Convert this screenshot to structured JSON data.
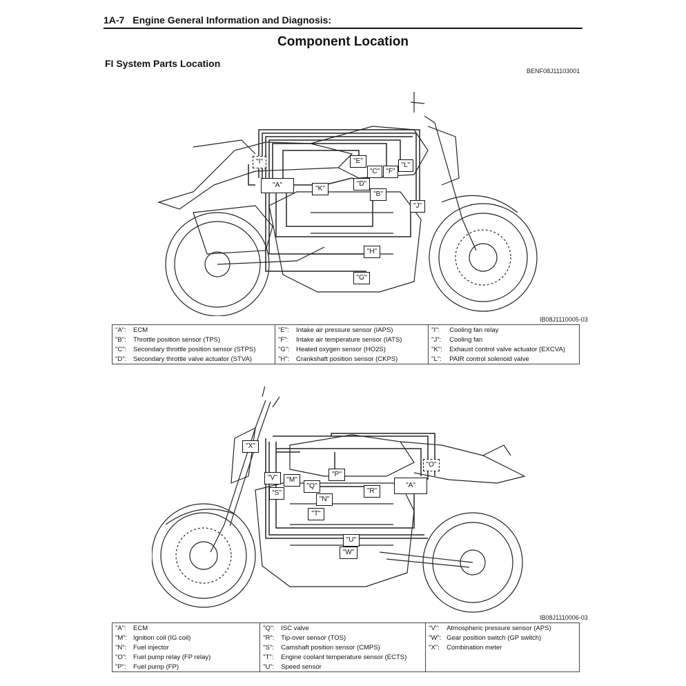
{
  "header": {
    "page": "1A-7",
    "section": "Engine General Information and Diagnosis:"
  },
  "title": "Component Location",
  "subtitle": "FI System Parts Location",
  "doc_code": "BENF08J11103001",
  "figure1": {
    "code": "IB08J1110005-03",
    "labels": {
      "A": "\"A\"",
      "B": "\"B\"",
      "C": "\"C\"",
      "D": "\"D\"",
      "E": "\"E\"",
      "F": "\"F\"",
      "G": "\"G\"",
      "H": "\"H\"",
      "I": "\"I\"",
      "J": "\"J\"",
      "K": "\"K\"",
      "L": "\"L\""
    }
  },
  "table1": [
    [
      {
        "k": "\"A\":",
        "v": "ECM"
      },
      {
        "k": "\"E\":",
        "v": "Intake air pressure sensor (IAPS)"
      },
      {
        "k": "\"I\":",
        "v": "Cooling fan relay"
      }
    ],
    [
      {
        "k": "\"B\":",
        "v": "Throttle position sensor (TPS)"
      },
      {
        "k": "\"F\":",
        "v": "Intake air temperature sensor (IATS)"
      },
      {
        "k": "\"J\":",
        "v": "Cooling fan"
      }
    ],
    [
      {
        "k": "\"C\":",
        "v": "Secondary throttle position sensor (STPS)"
      },
      {
        "k": "\"G\":",
        "v": "Heated oxygen sensor (HO2S)"
      },
      {
        "k": "\"K\":",
        "v": "Exhaust control valve actuator (EXCVA)"
      }
    ],
    [
      {
        "k": "\"D\":",
        "v": "Secondary throttle valve actuator (STVA)"
      },
      {
        "k": "\"H\":",
        "v": "Crankshaft position sensor (CKPS)"
      },
      {
        "k": "\"L\":",
        "v": "PAIR control solenoid valve"
      }
    ]
  ],
  "figure2": {
    "code": "IB08J1110006-03",
    "labels": {
      "A": "\"A\"",
      "M": "\"M\"",
      "N": "\"N\"",
      "O": "\"O\"",
      "P": "\"P\"",
      "Q": "\"Q\"",
      "R": "\"R\"",
      "S": "\"S\"",
      "T": "\"T\"",
      "U": "\"U\"",
      "V": "\"V\"",
      "W": "\"W\"",
      "X": "\"X\""
    }
  },
  "table2": [
    [
      {
        "k": "\"A\":",
        "v": "ECM"
      },
      {
        "k": "\"Q\":",
        "v": "ISC valve"
      },
      {
        "k": "\"V\":",
        "v": "Atmospheric pressure sensor (APS)"
      }
    ],
    [
      {
        "k": "\"M\":",
        "v": "Ignition coil (IG coil)"
      },
      {
        "k": "\"R\":",
        "v": "Tip-over sensor (TOS)"
      },
      {
        "k": "\"W\":",
        "v": "Gear position switch (GP switch)"
      }
    ],
    [
      {
        "k": "\"N\":",
        "v": "Fuel injector"
      },
      {
        "k": "\"S\":",
        "v": "Camshaft position sensor (CMPS)"
      },
      {
        "k": "\"X\":",
        "v": "Combination meter"
      }
    ],
    [
      {
        "k": "\"O\":",
        "v": "Fuel pump relay (FP relay)"
      },
      {
        "k": "\"T\":",
        "v": "Engine coolant temperature sensor (ECTS)"
      },
      {
        "k": "",
        "v": ""
      }
    ],
    [
      {
        "k": "\"P\":",
        "v": "Fuel pump (FP)"
      },
      {
        "k": "\"U\":",
        "v": "Speed sensor"
      },
      {
        "k": "",
        "v": ""
      }
    ]
  ]
}
